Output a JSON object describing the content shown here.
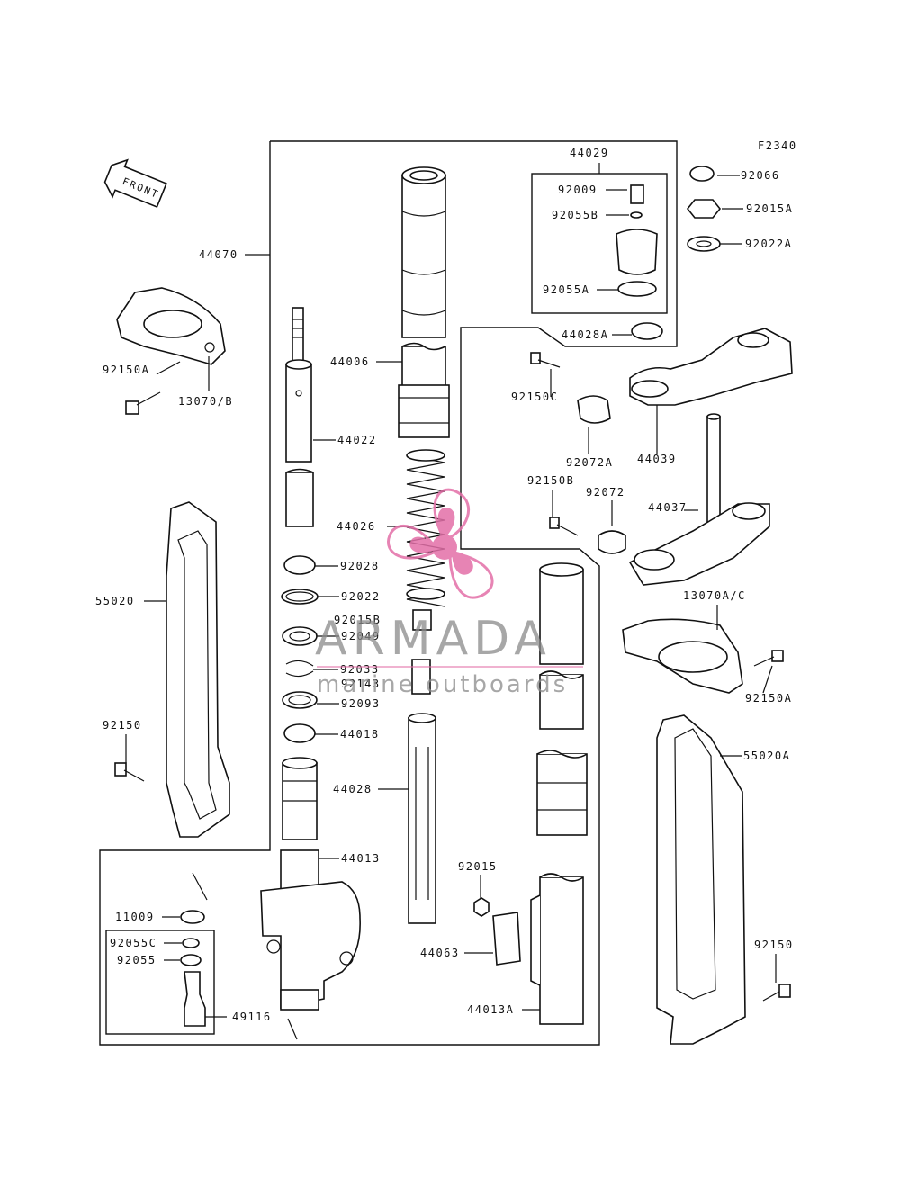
{
  "diagram_code": "F2340",
  "front_label": "FRONT",
  "watermark": {
    "brand": "ARMADA",
    "tagline": "marine outboards",
    "color": "#e36fa8"
  },
  "labels": {
    "l44070": "44070",
    "l44029": "44029",
    "l92009": "92009",
    "l92055B": "92055B",
    "l92055A": "92055A",
    "l44028A": "44028A",
    "l92066": "92066",
    "l92015A": "92015A",
    "l92022A": "92022A",
    "l92150A_top": "92150A",
    "l13070B": "13070/B",
    "l44006": "44006",
    "l44022": "44022",
    "l44026": "44026",
    "l92028": "92028",
    "l92022": "92022",
    "l92015B": "92015B",
    "l92049": "92049",
    "l92033": "92033",
    "l92143": "92143",
    "l92093": "92093",
    "l44018": "44018",
    "l44028": "44028",
    "l44013": "44013",
    "l92015": "92015",
    "l44063": "44063",
    "l44013A": "44013A",
    "l92150C": "92150C",
    "l92072A": "92072A",
    "l44039": "44039",
    "l92150B": "92150B",
    "l92072": "92072",
    "l44037": "44037",
    "l13070AC": "13070A/C",
    "l92150A_mid": "92150A",
    "l55020": "55020",
    "l55020A": "55020A",
    "l92150_left": "92150",
    "l92150_right": "92150",
    "l11009": "11009",
    "l92055C": "92055C",
    "l92055": "92055",
    "l49116": "49116"
  }
}
